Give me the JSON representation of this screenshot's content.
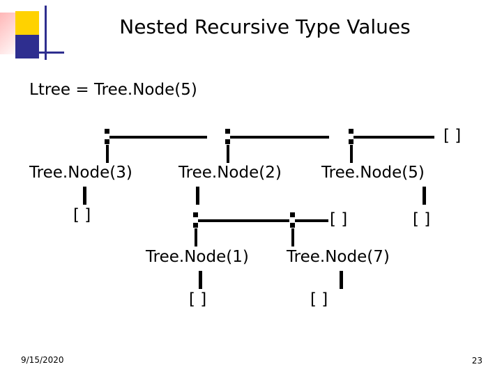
{
  "slide": {
    "title": "Nested Recursive Type Values",
    "footer": {
      "date": "9/15/2020",
      "page_number": "23"
    },
    "colors": {
      "logo_yellow": "#ffd200",
      "logo_blue": "#2e2e8f",
      "text": "#000000",
      "background": "#ffffff"
    }
  },
  "diagram": {
    "root_label": "Ltree =  Tree.Node(5)",
    "nodes": [
      {
        "id": "n3",
        "label": "Tree.Node(3)"
      },
      {
        "id": "n2",
        "label": "Tree.Node(2)"
      },
      {
        "id": "n5b",
        "label": "Tree.Node(5)"
      },
      {
        "id": "n1",
        "label": "Tree.Node(1)"
      },
      {
        "id": "n7",
        "label": "Tree.Node(7)"
      }
    ],
    "empty_lists": [
      {
        "id": "e_top",
        "label": "[ ]"
      },
      {
        "id": "e_n3",
        "label": "[ ]"
      },
      {
        "id": "e_row2",
        "label": "[ ]"
      },
      {
        "id": "e_n5b",
        "label": "[ ]"
      },
      {
        "id": "e_n1",
        "label": "[ ]"
      },
      {
        "id": "e_n7",
        "label": "[ ]"
      }
    ],
    "cons_markers": [
      {
        "id": "c1"
      },
      {
        "id": "c2"
      },
      {
        "id": "c3"
      },
      {
        "id": "c4"
      },
      {
        "id": "c5"
      }
    ]
  }
}
